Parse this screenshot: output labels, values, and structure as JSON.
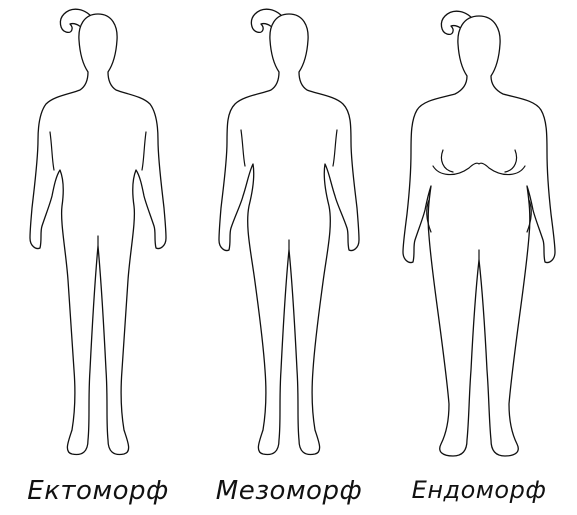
{
  "figures": [
    {
      "label": "Ектоморф"
    },
    {
      "label": "Мезоморф"
    },
    {
      "label": "Ендоморф"
    }
  ]
}
